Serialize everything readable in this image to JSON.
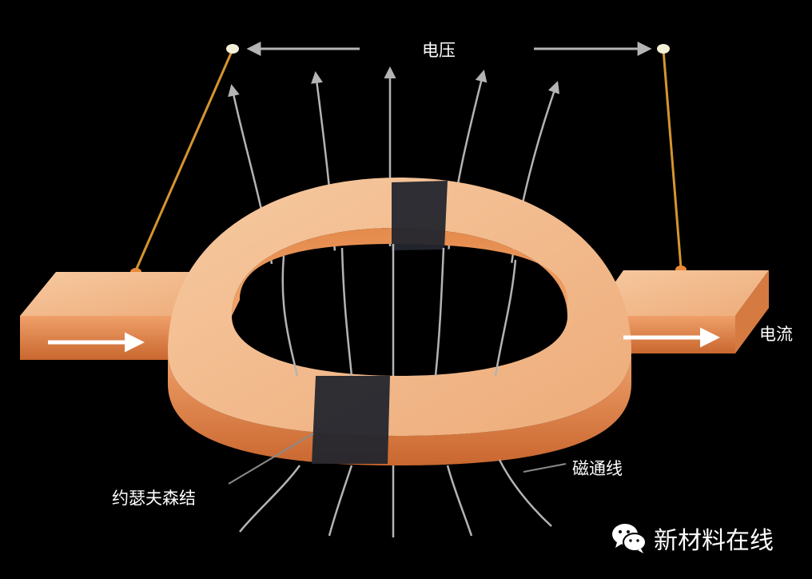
{
  "labels": {
    "voltage": "电压",
    "current": "电流",
    "flux_lines": "磁通线",
    "josephson_junction": "约瑟夫森结"
  },
  "watermark": {
    "text": "新材料在线",
    "icon": "wechat-icon"
  },
  "colors": {
    "background": "#000000",
    "copper_light": "#f2b384",
    "copper_dark": "#d9733c",
    "junction": "#23262e",
    "flux_line": "#b4b4b4",
    "lead_wire": "#d6952e"
  }
}
